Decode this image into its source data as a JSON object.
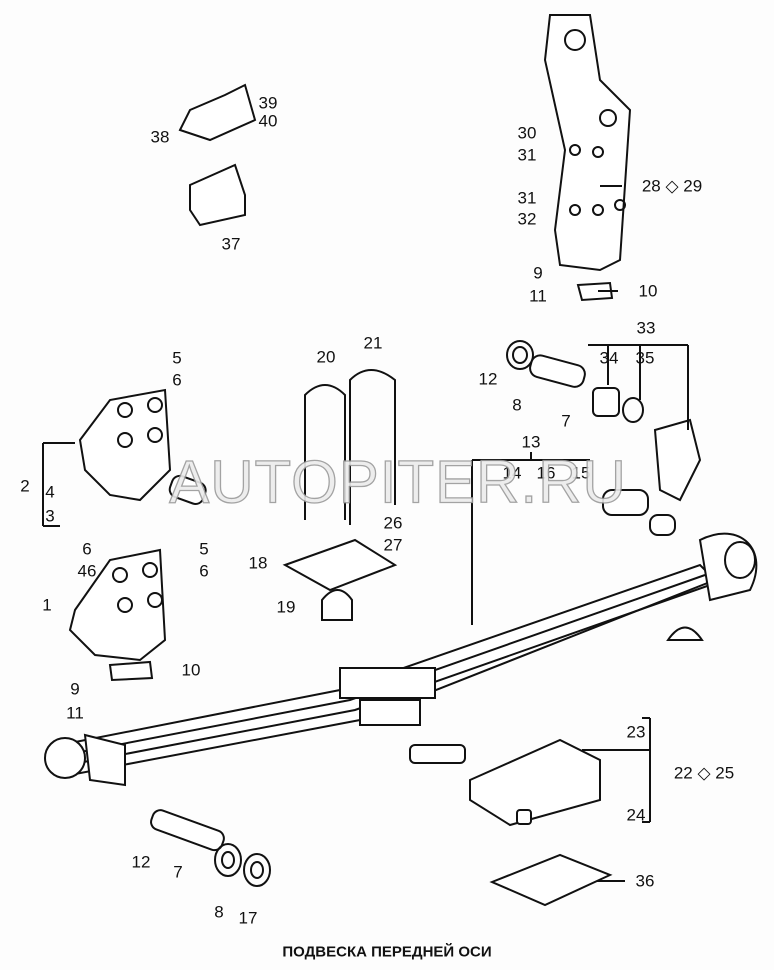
{
  "title": "ПОДВЕСКА ПЕРЕДНЕЙ ОСИ",
  "watermark": "AUTOPITER.RU",
  "labels": [
    "39",
    "40",
    "38",
    "37",
    "30",
    "31",
    "28 ◇ 29",
    "31",
    "32",
    "9",
    "11",
    "10",
    "5",
    "6",
    "20",
    "21",
    "12",
    "8",
    "7",
    "33",
    "34",
    "35",
    "2",
    "4",
    "3",
    "13",
    "14",
    "16",
    "15",
    "26",
    "27",
    "18",
    "19",
    "6",
    "46",
    "1",
    "5",
    "6",
    "10",
    "9",
    "11",
    "23",
    "22 ◇ 25",
    "24",
    "12",
    "7",
    "8",
    "17",
    "36"
  ]
}
